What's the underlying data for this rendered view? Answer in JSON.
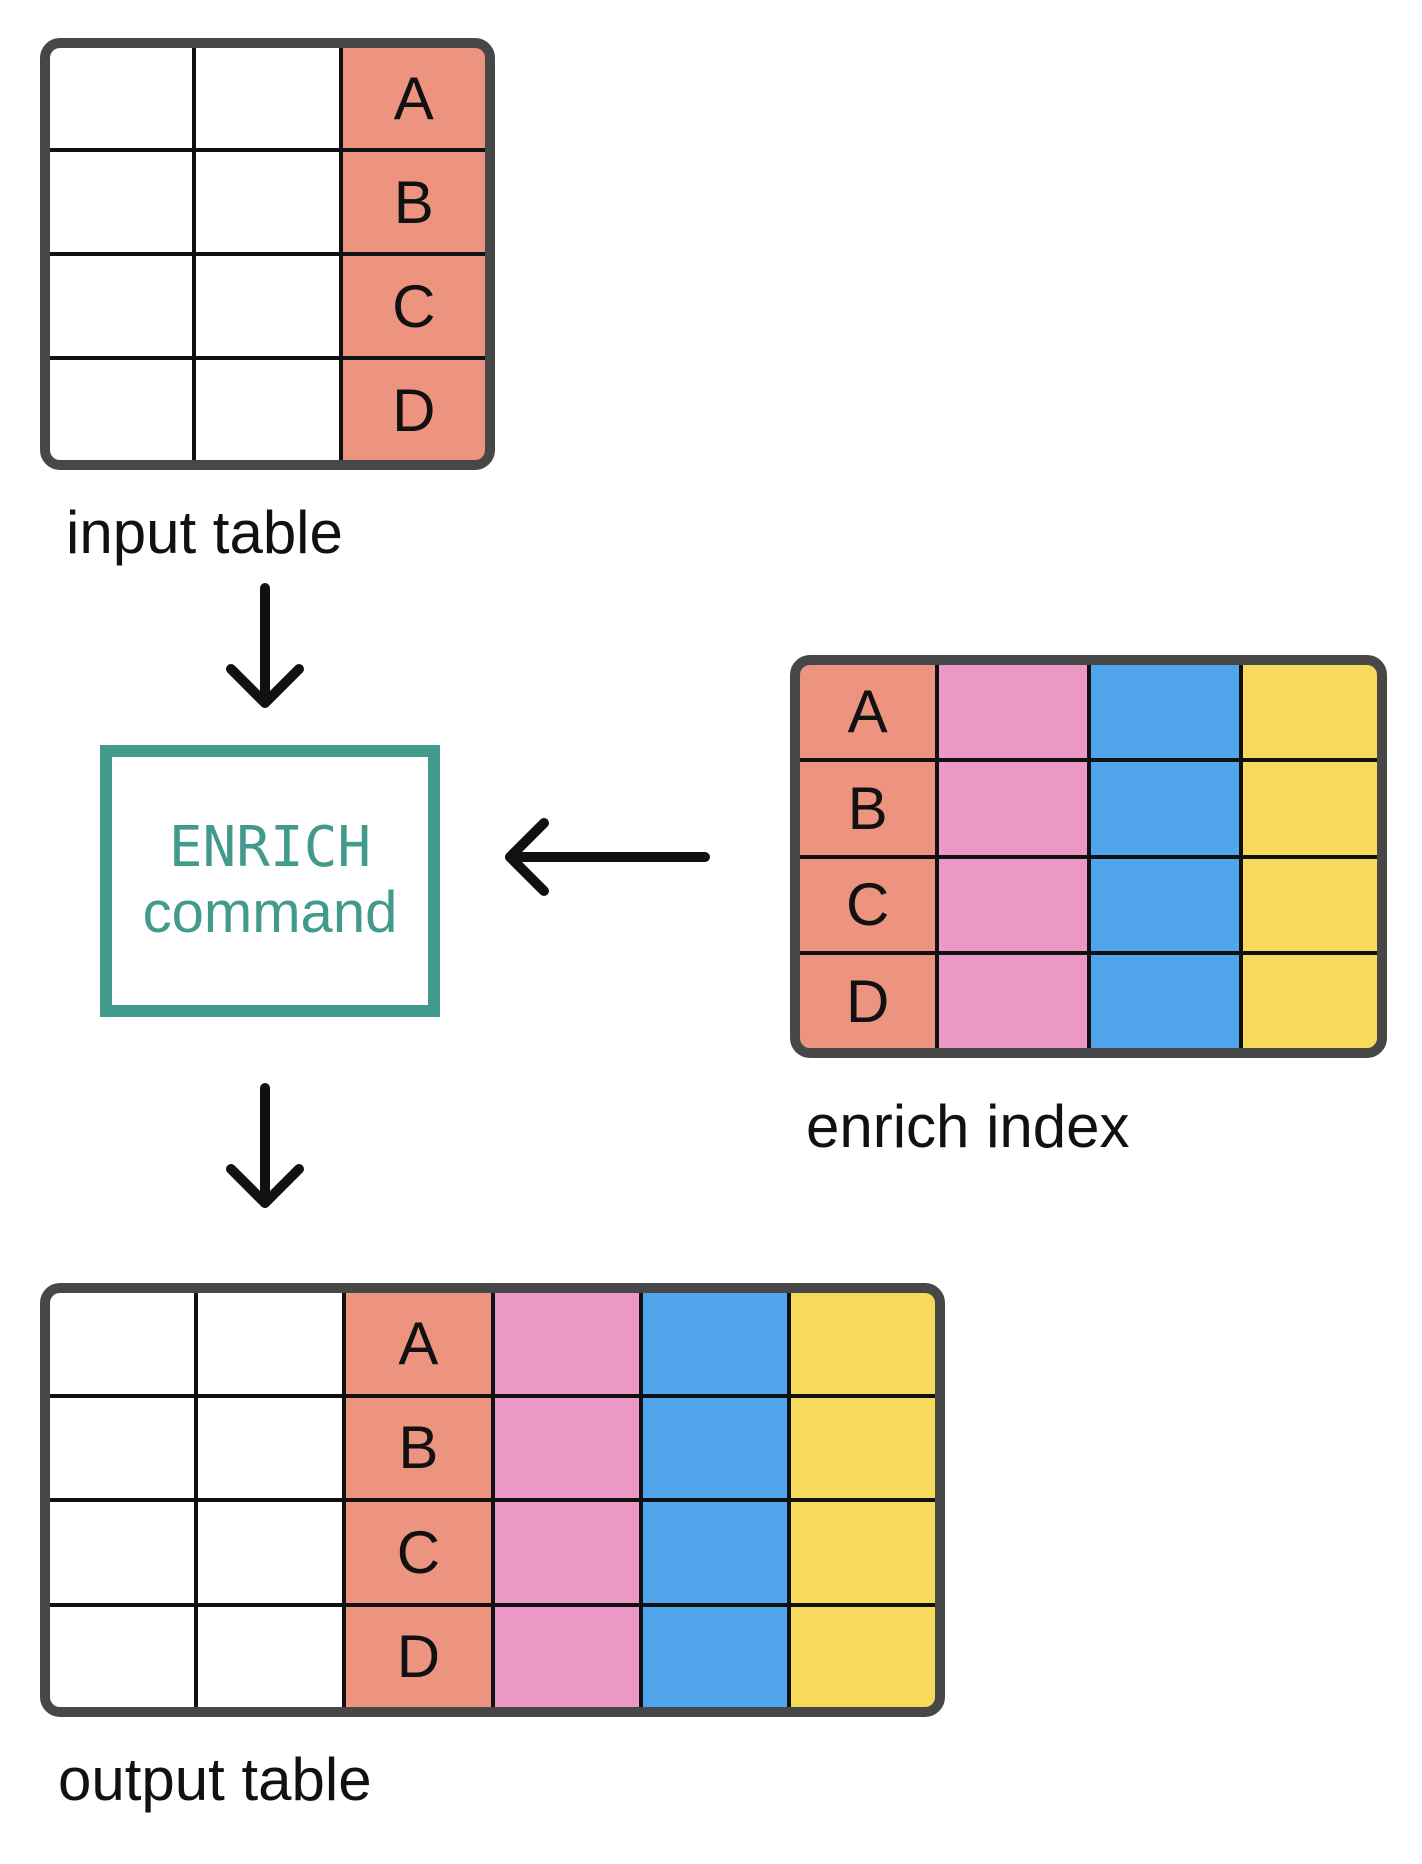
{
  "colors": {
    "salmon": "#EC9480",
    "pink": "#EC98C6",
    "blue": "#50A5ED",
    "yellow": "#F7D95B",
    "teal": "#429A8C",
    "frame": "#474747",
    "grid": "#111111",
    "ink": "#111111"
  },
  "labels": {
    "input_table": "input table",
    "enrich_index": "enrich index",
    "output_table": "output table"
  },
  "enrich_box": {
    "command_name": "ENRICH",
    "command_word": "command"
  },
  "tables": {
    "input": {
      "key_letters": [
        "A",
        "B",
        "C",
        "D"
      ]
    },
    "enrich": {
      "key_letters": [
        "A",
        "B",
        "C",
        "D"
      ]
    },
    "output": {
      "key_letters": [
        "A",
        "B",
        "C",
        "D"
      ]
    }
  }
}
